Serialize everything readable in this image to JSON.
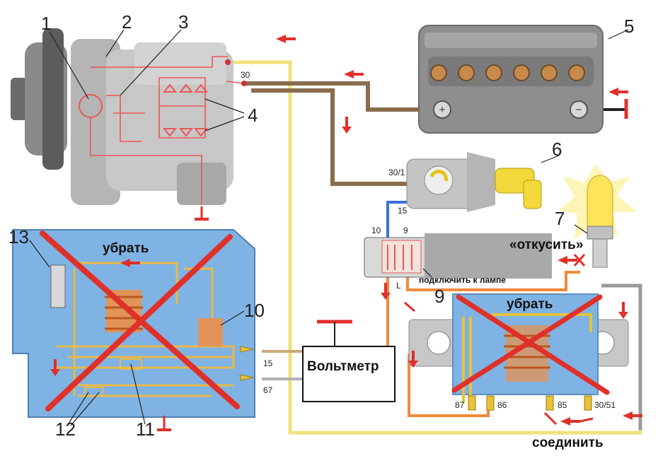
{
  "labels": {
    "n1": "1",
    "n2": "2",
    "n3": "3",
    "n4": "4",
    "n5": "5",
    "n6": "6",
    "n7": "7",
    "n9": "9",
    "n10": "10",
    "n11": "11",
    "n12": "12",
    "n13": "13"
  },
  "pins": {
    "gen_30": "30",
    "ign_30_1": "30/1",
    "ign_15": "15",
    "conn_10": "10",
    "conn_9": "9",
    "conn_L": "L",
    "reg_15": "15",
    "reg_67": "67",
    "relay_87": "87",
    "relay_86": "86",
    "relay_85": "85",
    "relay_30_51": "30/51"
  },
  "annotations": {
    "remove_left": "убрать",
    "remove_right": "убрать",
    "cut": "«откусить»",
    "connect_lamp": "подключить к лампе",
    "voltmeter": "Вольтметр",
    "join": "соединить"
  },
  "colors": {
    "unit_blue": "#7fb3e3",
    "cross_red": "#e0302a",
    "wire_yellow": "#efe27a",
    "wire_brown": "#8a6d4c",
    "wire_orange": "#f08a3c",
    "arrow_red": "#e0302a"
  }
}
